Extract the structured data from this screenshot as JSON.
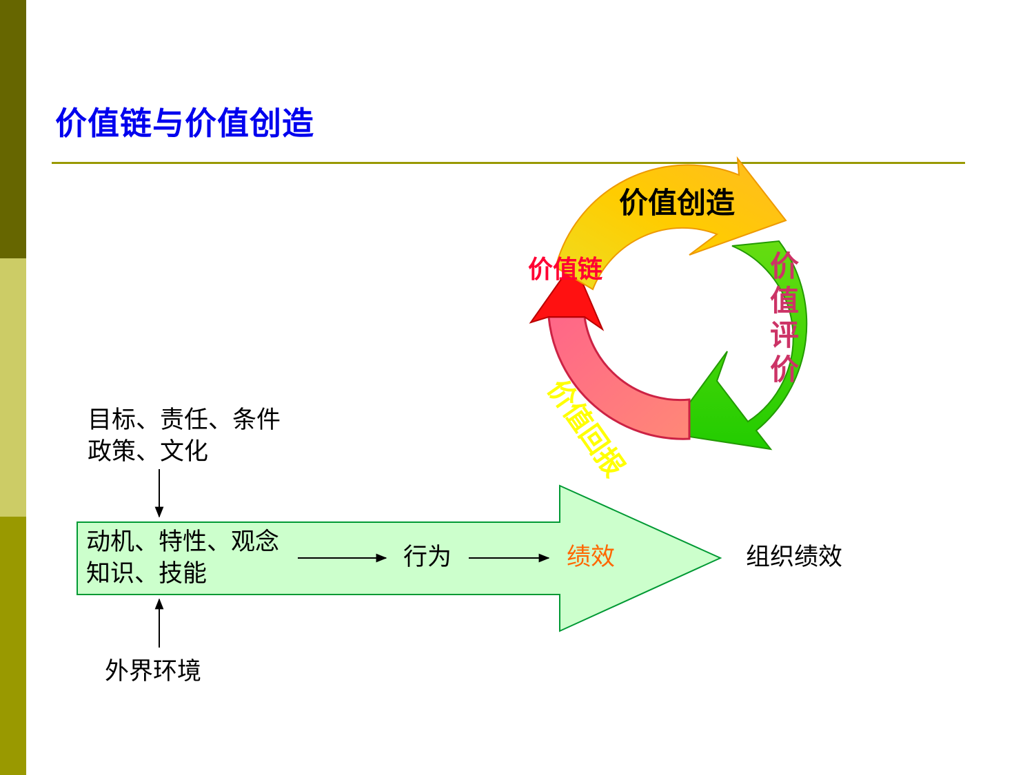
{
  "slide": {
    "title": "价值链与价值创造"
  },
  "cycle": {
    "create": "价值创造",
    "evaluate": [
      "价",
      "值",
      "评",
      "价"
    ],
    "return": "价值回报",
    "chain": "价值链",
    "colors": {
      "create": "#ffcc00",
      "evaluate": "#33cc00",
      "return": "#ff6677",
      "chain": "#ff0000"
    }
  },
  "flow": {
    "inputs_top": [
      "目标、责任、条件",
      "政策、文化"
    ],
    "inner": [
      "动机、特性、观念",
      "知识、技能"
    ],
    "behavior": "行为",
    "performance": "绩效",
    "org_performance": "组织绩效",
    "environment": "外界环境",
    "colors": {
      "arrow_fill": "#ccffcc",
      "arrow_stroke": "#009933",
      "performance_text": "#ff6600"
    }
  }
}
